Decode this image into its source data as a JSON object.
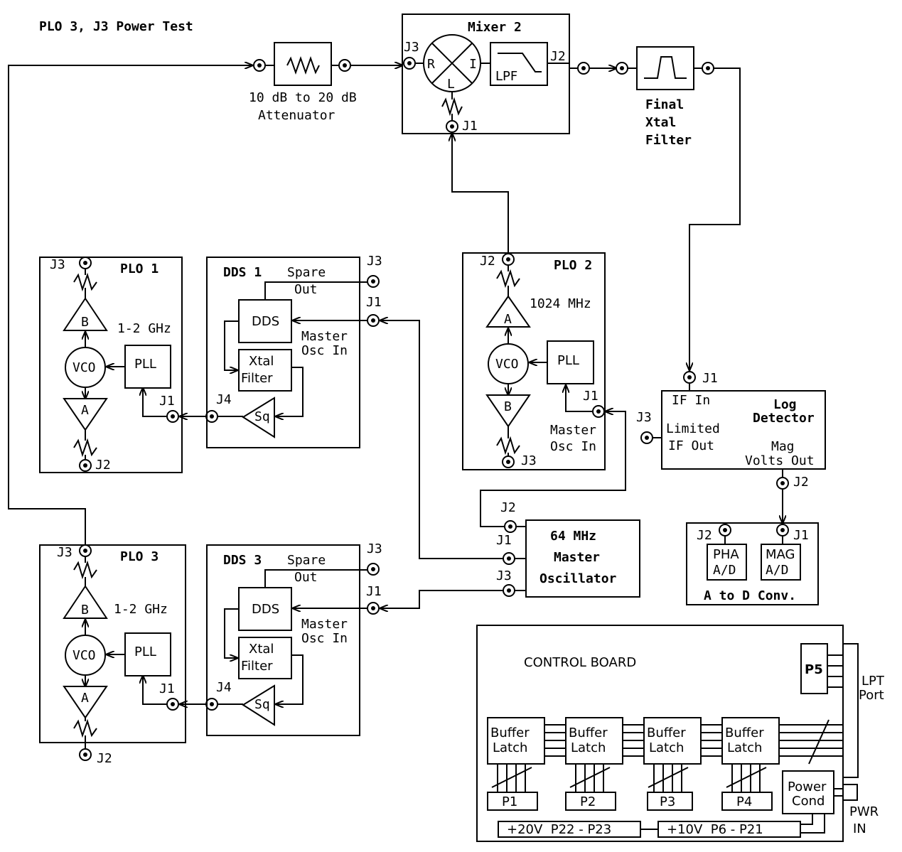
{
  "title": "PLO 3, J3 Power Test",
  "attenuator": {
    "label1": "10 dB to 20 dB",
    "label2": "Attenuator"
  },
  "mixer": {
    "title": "Mixer 2",
    "R": "R",
    "I": "I",
    "L": "L",
    "lpf": "LPF",
    "j3": "J3",
    "j2": "J2",
    "j1": "J1"
  },
  "xtal_filter": {
    "l1": "Final",
    "l2": "Xtal",
    "l3": "Filter"
  },
  "plo1": {
    "title": "PLO 1",
    "freq": "1-2 GHz",
    "j3": "J3",
    "j2": "J2",
    "j1": "J1",
    "b": "B",
    "vco": "VCO",
    "a": "A",
    "pll": "PLL"
  },
  "dds1": {
    "title": "DDS 1",
    "spare": "Spare",
    "out": "Out",
    "dds": "DDS",
    "xtal": "Xtal",
    "filter": "Filter",
    "sq": "Sq",
    "master": "Master",
    "oscin": "Osc In",
    "j3": "J3",
    "j1": "J1",
    "j4": "J4"
  },
  "plo2": {
    "title": "PLO 2",
    "freq": "1024 MHz",
    "j2": "J2",
    "j1": "J1",
    "j3": "J3",
    "a": "A",
    "vco": "VCO",
    "b": "B",
    "pll": "PLL",
    "master": "Master",
    "oscin": "Osc In"
  },
  "logdet": {
    "j1": "J1",
    "j3": "J3",
    "ifin": "IF In",
    "log": "Log",
    "detector": "Detector",
    "limited": "Limited",
    "ifout": "IF Out",
    "mag": "Mag",
    "voltsout": "Volts Out",
    "j2": "J2"
  },
  "master_osc": {
    "l1": "64 MHz",
    "l2": "Master",
    "l3": "Oscillator",
    "j2": "J2",
    "j1": "J1",
    "j3": "J3"
  },
  "adc": {
    "j2": "J2",
    "j1": "J1",
    "pha": "PHA",
    "ad1": "A/D",
    "mag": "MAG",
    "ad2": "A/D",
    "title": "A to D Conv."
  },
  "plo3": {
    "title": "PLO 3",
    "freq": "1-2 GHz",
    "j3": "J3",
    "j2": "J2",
    "j1": "J1",
    "b": "B",
    "vco": "VCO",
    "a": "A",
    "pll": "PLL"
  },
  "dds3": {
    "title": "DDS 3",
    "spare": "Spare",
    "out": "Out",
    "dds": "DDS",
    "xtal": "Xtal",
    "filter": "Filter",
    "sq": "Sq",
    "master": "Master",
    "oscin": "Osc In",
    "j3": "J3",
    "j1": "J1",
    "j4": "J4"
  },
  "control": {
    "title": "CONTROL BOARD",
    "p5": "P5",
    "lpt1": "LPT",
    "lpt2": "Port",
    "latches": [
      {
        "l1": "Buffer",
        "l2": "Latch",
        "port": "P1"
      },
      {
        "l1": "Buffer",
        "l2": "Latch",
        "port": "P2"
      },
      {
        "l1": "Buffer",
        "l2": "Latch",
        "port": "P3"
      },
      {
        "l1": "Buffer",
        "l2": "Latch",
        "port": "P4"
      }
    ],
    "power1": "Power",
    "power2": "Cond",
    "pwr1": "PWR",
    "pwr2": "IN",
    "rail20": "+20V  P22 - P23",
    "rail10": "+10V  P6 - P21"
  }
}
